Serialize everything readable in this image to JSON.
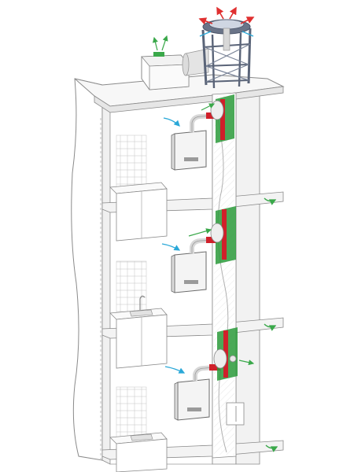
{
  "diagram": {
    "floors": [
      {
        "level": "upper",
        "has_kitchen_sink": false,
        "has_electric_box": false
      },
      {
        "level": "middle",
        "has_kitchen_sink": true,
        "has_electric_box": false
      },
      {
        "level": "lower",
        "has_kitchen_sink": true,
        "has_electric_box": true
      }
    ],
    "colors": {
      "outline": "#8a8a8a",
      "wall_fill": "#ffffff",
      "shadow": "#e8e8e8",
      "roof_frame": "#5a6478",
      "flue_red": "#d0202a",
      "insulation_green": "#2a9a3a",
      "fresh_air_blue": "#2aa8d8",
      "exhaust_red": "#e03030",
      "intake_green": "#3aa84a",
      "pipe_light": "#d8d8d8"
    }
  }
}
